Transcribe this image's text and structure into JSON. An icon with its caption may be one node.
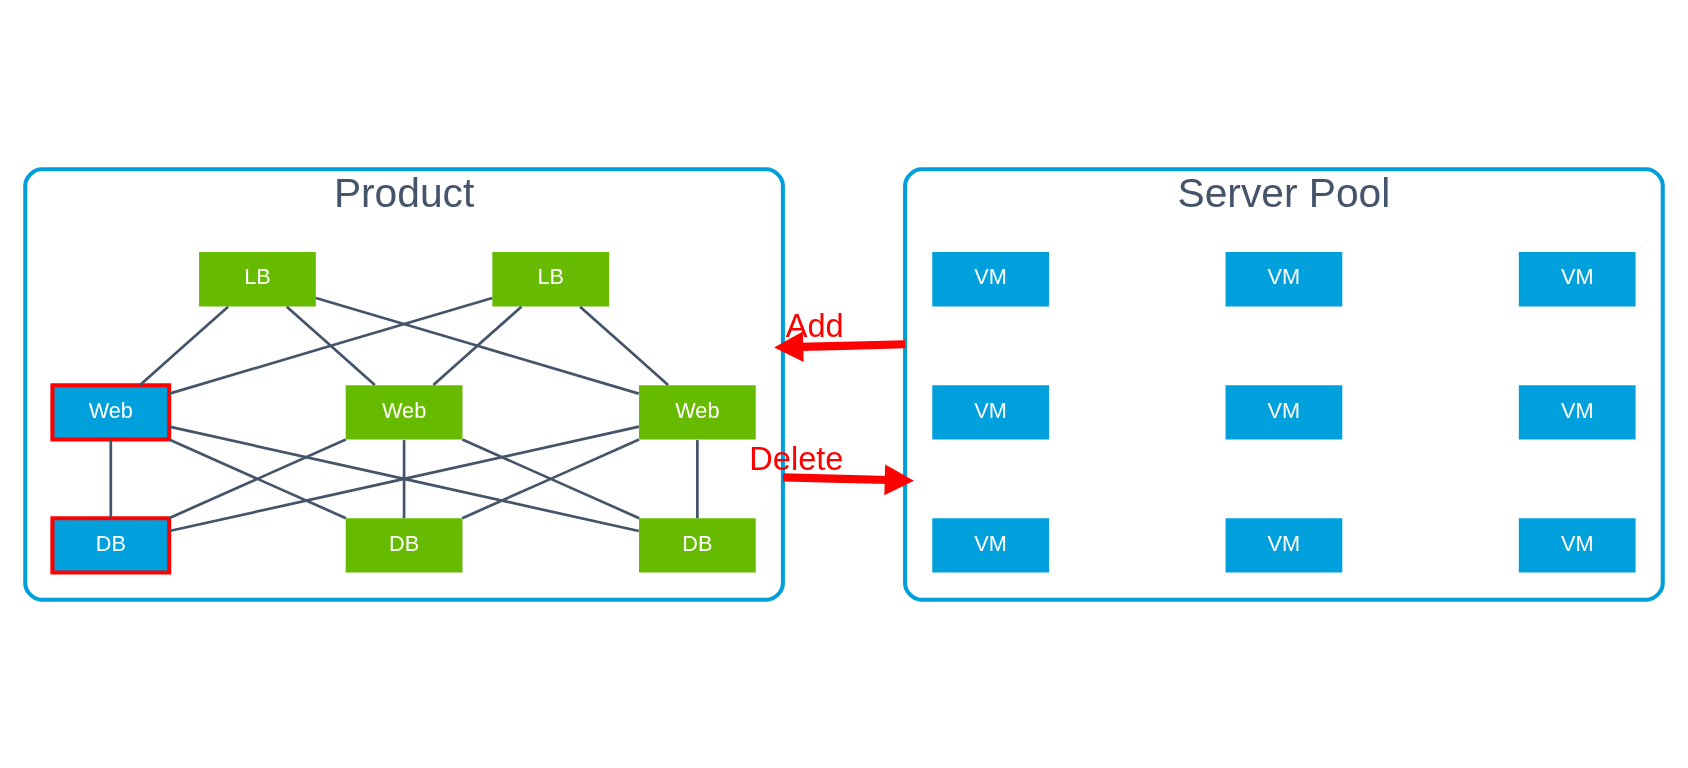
{
  "diagram": {
    "nodes": [
      {
        "text": [
          "Product"
        ]
      },
      {
        "text": [
          "LB"
        ],
        "in": 0
      },
      {
        "text": [
          "LB"
        ],
        "in": 0
      },
      {
        "text": [
          "Web"
        ],
        "in": 0
      },
      {
        "text": [
          "Web"
        ],
        "in": 0
      },
      {
        "text": [
          "Web"
        ],
        "in": 0
      },
      {
        "text": [
          "DB"
        ],
        "in": 0
      },
      {
        "text": [
          "DB"
        ],
        "in": 0
      },
      {
        "text": [
          "DB"
        ],
        "in": 0
      },
      {
        "text": [
          "Server Pool"
        ]
      },
      {
        "text": [
          "VM"
        ],
        "in": 9
      },
      {
        "text": [
          "VM"
        ],
        "in": 9
      },
      {
        "text": [
          "VM"
        ],
        "in": 9
      },
      {
        "text": [
          "VM"
        ],
        "in": 9
      },
      {
        "text": [
          "VM"
        ],
        "in": 9
      },
      {
        "text": [
          "VM"
        ],
        "in": 9
      },
      {
        "text": [
          "VM"
        ],
        "in": 9
      },
      {
        "text": [
          "VM"
        ],
        "in": 9
      },
      {
        "text": [
          "VM"
        ],
        "in": 9
      }
    ],
    "edges": [
      {
        "from": 1,
        "to": 3,
        "arrow": "none"
      },
      {
        "from": 1,
        "to": 4,
        "arrow": "none"
      },
      {
        "from": 1,
        "to": 5,
        "arrow": "none"
      },
      {
        "from": 2,
        "to": 3,
        "arrow": "none"
      },
      {
        "from": 2,
        "to": 4,
        "arrow": "none"
      },
      {
        "from": 2,
        "to": 5,
        "arrow": "none"
      },
      {
        "from": 3,
        "to": 6,
        "arrow": "none"
      },
      {
        "from": 3,
        "to": 7,
        "arrow": "none"
      },
      {
        "from": 3,
        "to": 8,
        "arrow": "none"
      },
      {
        "from": 4,
        "to": 6,
        "arrow": "none"
      },
      {
        "from": 4,
        "to": 7,
        "arrow": "none"
      },
      {
        "from": 4,
        "to": 8,
        "arrow": "none"
      },
      {
        "from": 5,
        "to": 6,
        "arrow": "none"
      },
      {
        "from": 5,
        "to": 7,
        "arrow": "none"
      },
      {
        "from": 5,
        "to": 8,
        "arrow": "none"
      },
      {
        "from": 9,
        "to": 0,
        "arrow": "to",
        "label": "Add",
        "style": "thick",
        "color": "#ff0000"
      },
      {
        "from": 0,
        "to": 9,
        "arrow": "to",
        "label": "Delete",
        "style": "thick",
        "color": "#ff0000"
      }
    ]
  }
}
